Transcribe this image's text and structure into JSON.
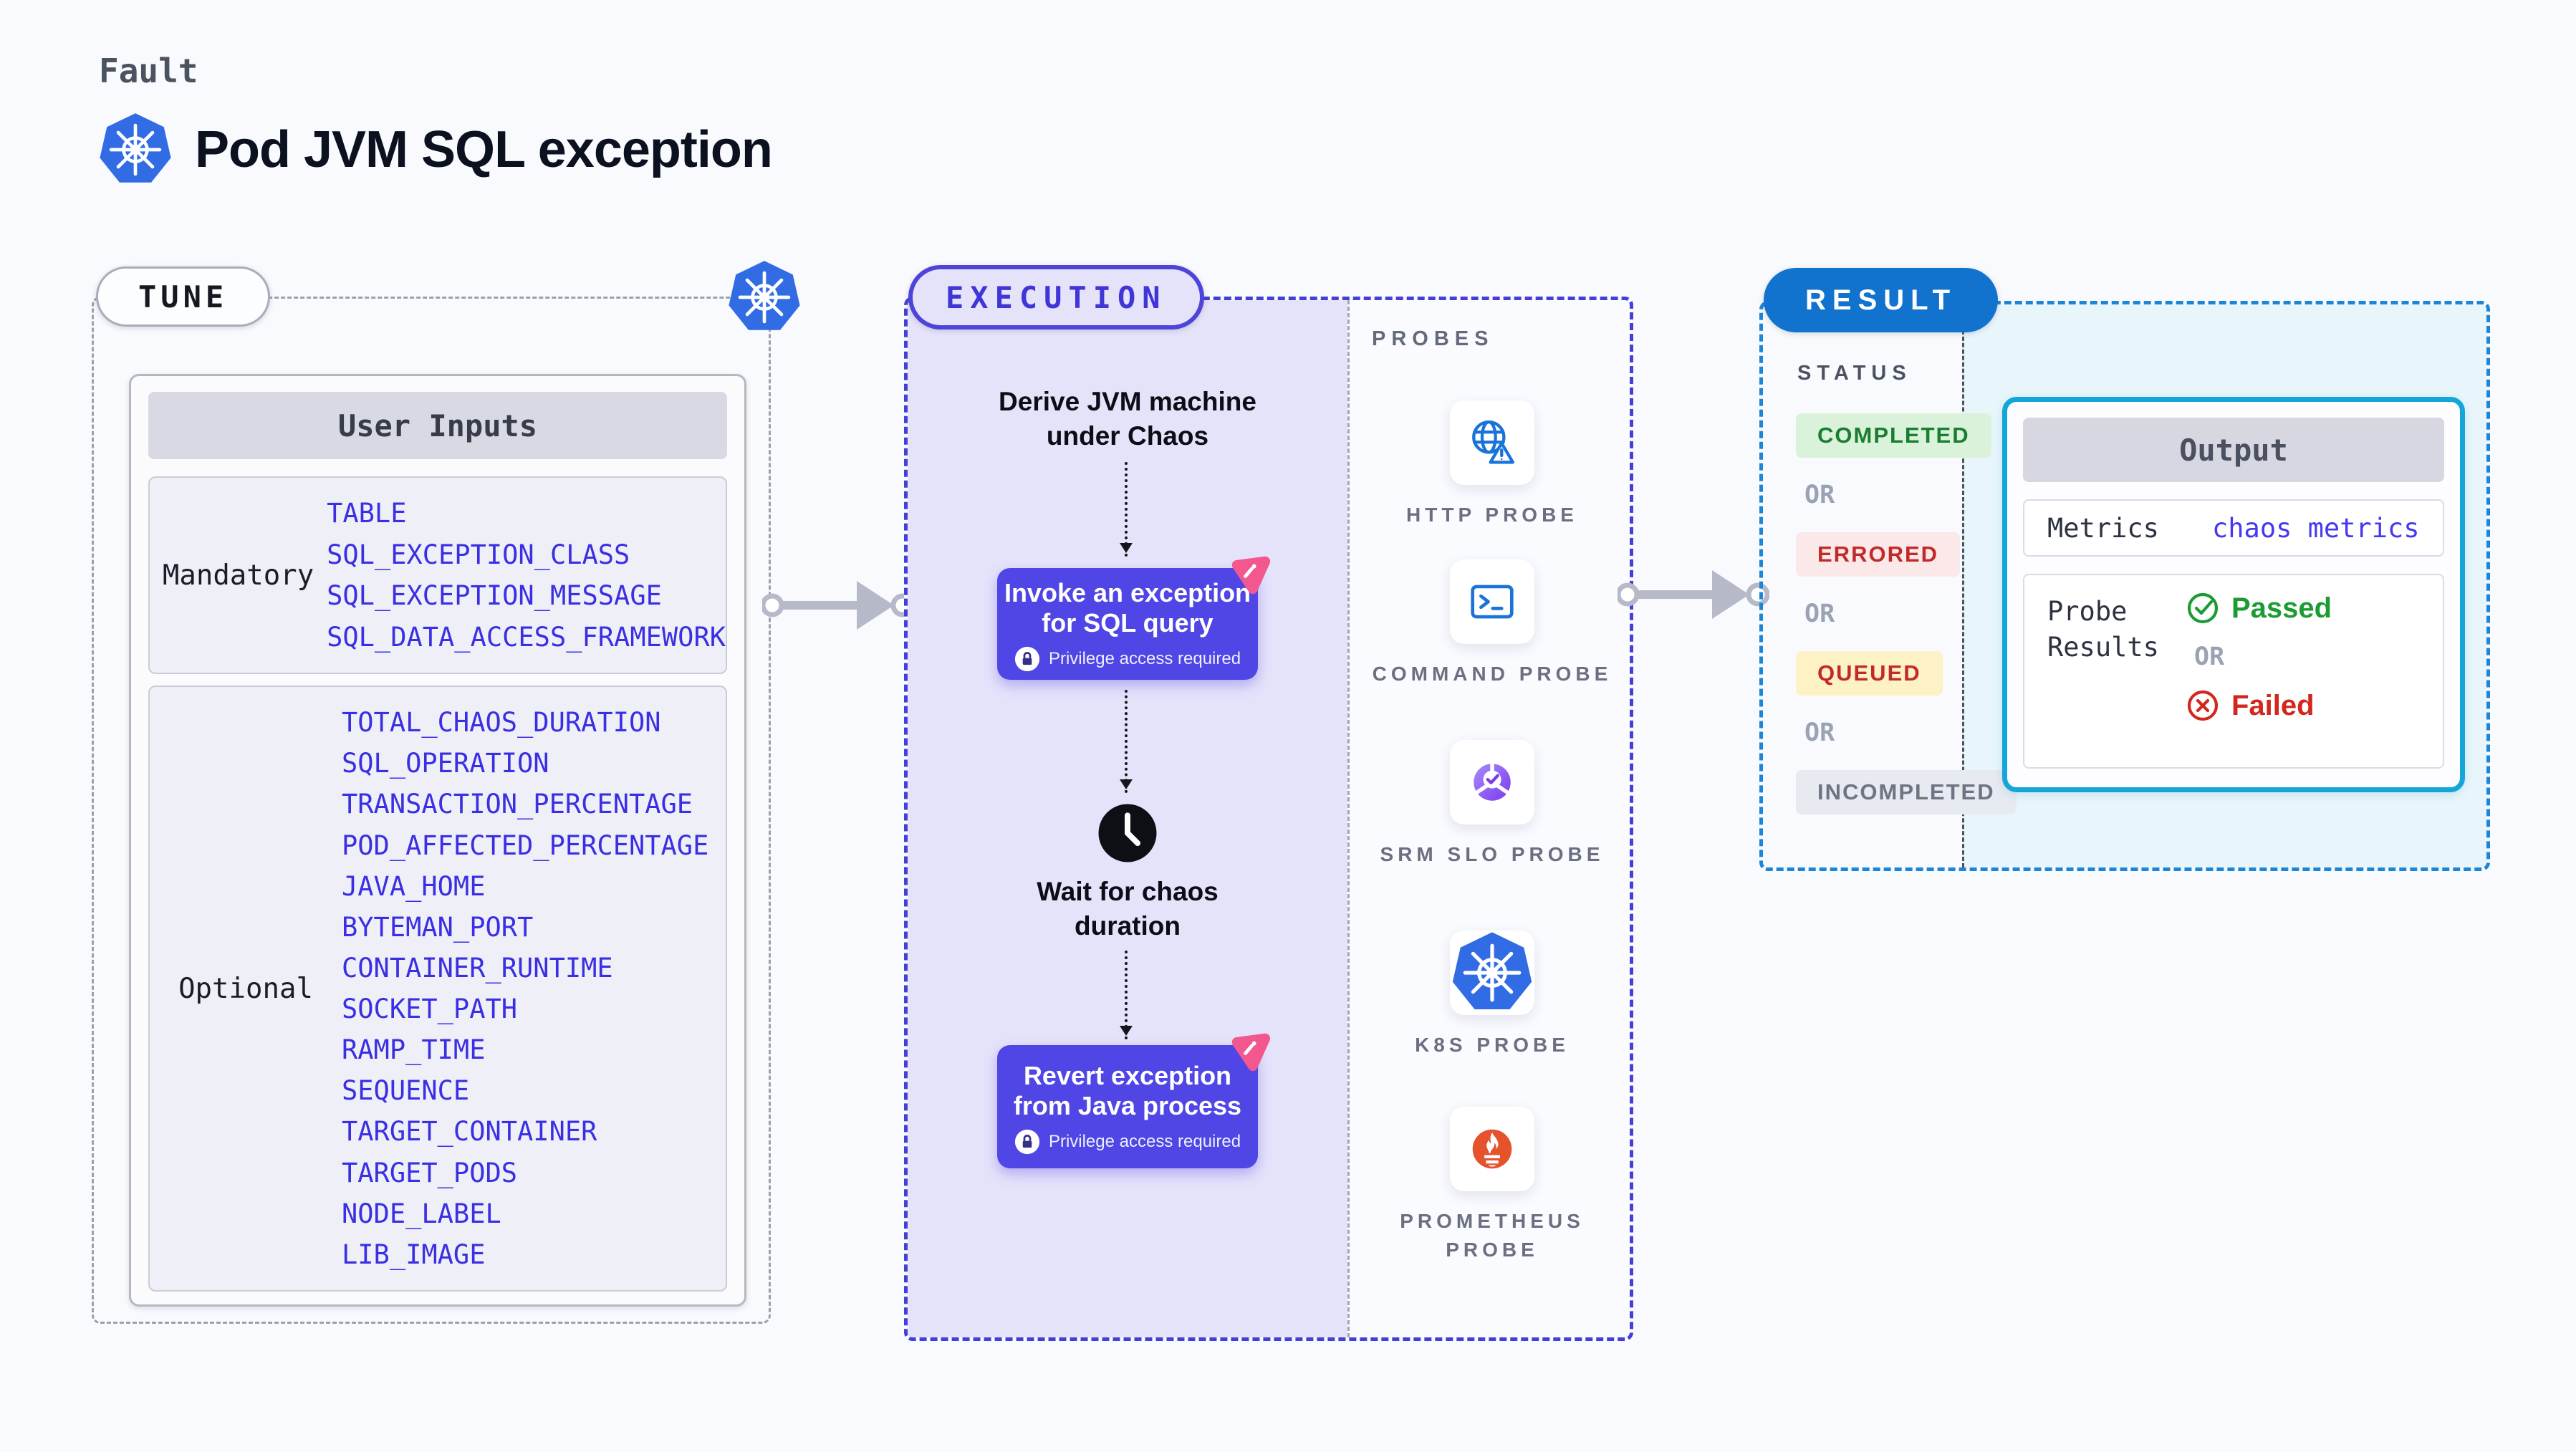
{
  "header": {
    "fault_label": "Fault",
    "title": "Pod JVM SQL exception",
    "title_icon": "kubernetes-icon"
  },
  "tune": {
    "badge": "TUNE",
    "corner_icon": "kubernetes-icon",
    "user_inputs_title": "User Inputs",
    "mandatory_label": "Mandatory",
    "mandatory_params": [
      "TABLE",
      "SQL_EXCEPTION_CLASS",
      "SQL_EXCEPTION_MESSAGE",
      "SQL_DATA_ACCESS_FRAMEWORK"
    ],
    "optional_label": "Optional",
    "optional_params": [
      "TOTAL_CHAOS_DURATION",
      "SQL_OPERATION",
      "TRANSACTION_PERCENTAGE",
      "POD_AFFECTED_PERCENTAGE",
      "JAVA_HOME",
      "BYTEMAN_PORT",
      "CONTAINER_RUNTIME",
      "SOCKET_PATH",
      "RAMP_TIME",
      "SEQUENCE",
      "TARGET_CONTAINER",
      "TARGET_PODS",
      "NODE_LABEL",
      "LIB_IMAGE"
    ]
  },
  "execution": {
    "badge": "EXECUTION",
    "derive": {
      "line1": "Derive JVM machine",
      "line2": "under Chaos"
    },
    "invoke": {
      "line1": "Invoke an exception",
      "line2": "for SQL query"
    },
    "wait": {
      "line1": "Wait for chaos",
      "line2": "duration"
    },
    "revert": {
      "line1": "Revert exception",
      "line2": "from Java process"
    },
    "privilege_note": "Privilege access required"
  },
  "probes": {
    "heading": "PROBES",
    "items": [
      {
        "label": "HTTP PROBE",
        "icon": "globe-alert-icon"
      },
      {
        "label": "COMMAND PROBE",
        "icon": "terminal-icon"
      },
      {
        "label": "SRM SLO PROBE",
        "icon": "slo-donut-icon"
      },
      {
        "label": "K8S PROBE",
        "icon": "kubernetes-icon"
      },
      {
        "label": "PROMETHEUS PROBE",
        "icon": "prometheus-icon"
      }
    ]
  },
  "result": {
    "badge": "RESULT",
    "status_heading": "STATUS",
    "or_label": "OR",
    "statuses": [
      {
        "label": "COMPLETED",
        "bg": "#d9f2d9",
        "color": "#1a7d31"
      },
      {
        "label": "ERRORED",
        "bg": "#fbe9e9",
        "color": "#c22a2a"
      },
      {
        "label": "QUEUED",
        "bg": "#fdf1c6",
        "color": "#c22a2a"
      },
      {
        "label": "INCOMPLETED",
        "bg": "#e8eaf1",
        "color": "#6d7482"
      }
    ],
    "output": {
      "title": "Output",
      "metrics_label": "Metrics",
      "metrics_value": "chaos metrics",
      "probe_results_label": "Probe Results",
      "passed_label": "Passed",
      "or_label": "OR",
      "failed_label": "Failed"
    }
  },
  "colors": {
    "page_bg": "#f9fafd",
    "kubernetes_blue": "#326ce5",
    "execution_border": "#453fd9",
    "execution_fill": "#e5e3fa",
    "chaos_button": "#4f46e5",
    "pink_badge": "#f2578e",
    "tune_border": "#9aa0ac",
    "result_border": "#1b86d9",
    "result_fill": "#e8f6fc",
    "result_pill": "#1273cf",
    "output_border": "#14a6d9",
    "param_text": "#3a2fe3",
    "probe_icon_blue": "#1a73d9",
    "slo_purple": "#7c3aed",
    "prometheus_orange": "#e6522c",
    "passed_green": "#1d9b33",
    "failed_red": "#d3261c",
    "arrow_gray": "#b6b9c8"
  }
}
